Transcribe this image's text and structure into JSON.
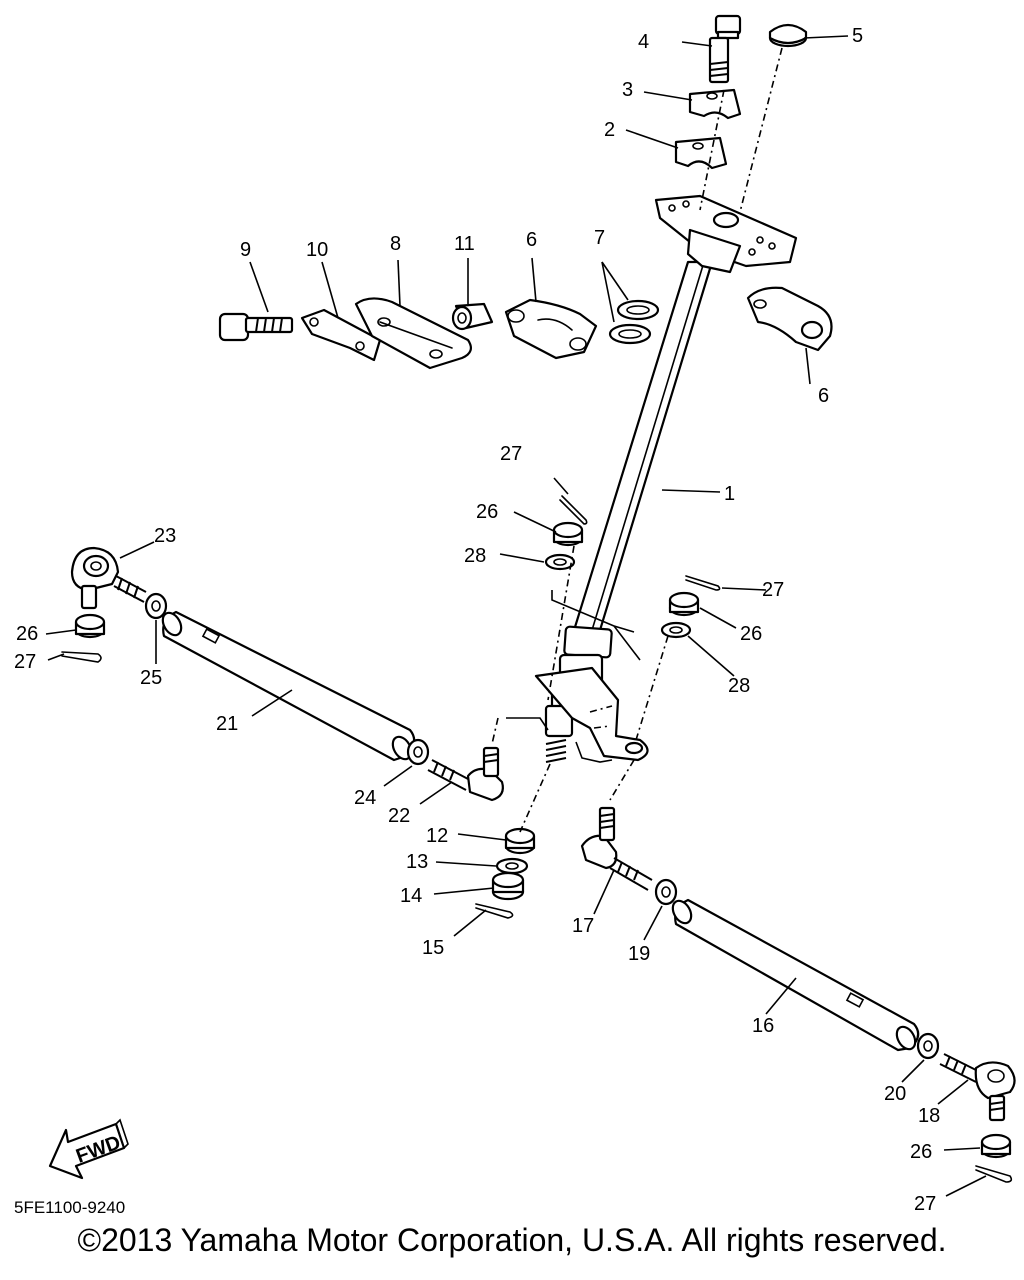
{
  "diagram_code": "5FE1100-9240",
  "fwd_label": "FWD",
  "copyright": "©2013 Yamaha Motor Corporation, U.S.A. All rights reserved.",
  "callouts": {
    "c1": "1",
    "c2": "2",
    "c3": "3",
    "c4": "4",
    "c5": "5",
    "c6": "6",
    "c7": "7",
    "c8": "8",
    "c9": "9",
    "c10": "10",
    "c11": "11",
    "c12": "12",
    "c13": "13",
    "c14": "14",
    "c15": "15",
    "c16": "16",
    "c17": "17",
    "c18": "18",
    "c19": "19",
    "c20": "20",
    "c21": "21",
    "c22": "22",
    "c23": "23",
    "c24": "24",
    "c25": "25",
    "c26": "26",
    "c27": "27",
    "c28": "28"
  }
}
